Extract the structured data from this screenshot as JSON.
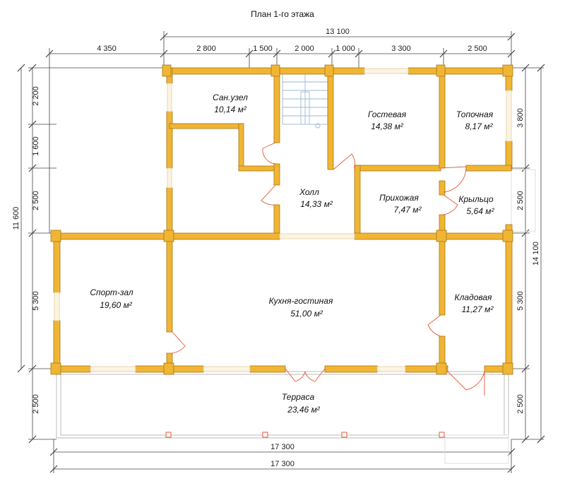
{
  "title": "План 1-го этажа",
  "colors": {
    "wall": "#f0b533",
    "wall_stroke": "#a9761a",
    "dim_line": "#444444",
    "door": "#e05a3a",
    "window": "#f3e6c6"
  },
  "dimensions": {
    "top_total": "13 100",
    "top_segments": [
      "4 350",
      "2 800",
      "1 500",
      "2 000",
      "1 000",
      "3 300",
      "2 500"
    ],
    "left_segments": [
      "2 200",
      "1 600",
      "2 500",
      "5 300",
      "2 500"
    ],
    "left_total": "11 600",
    "right_segments": [
      "3 800",
      "2 500",
      "5 300",
      "2 500"
    ],
    "right_total": "14 100",
    "bottom_inner": "17 300",
    "bottom_outer": "17 300"
  },
  "rooms": [
    {
      "name": "Сан.узел",
      "area": "10,14 м²"
    },
    {
      "name": "Гостевая",
      "area": "14,38 м²"
    },
    {
      "name": "Топочная",
      "area": "8,17 м²"
    },
    {
      "name": "Холл",
      "area": "14,33 м²"
    },
    {
      "name": "Прихожая",
      "area": "7,47 м²"
    },
    {
      "name": "Крыльцо",
      "area": "5,64 м²"
    },
    {
      "name": "Спорт-зал",
      "area": "19,60 м²"
    },
    {
      "name": "Кухня-гостиная",
      "area": "51,00 м²"
    },
    {
      "name": "Кладовая",
      "area": "11,27 м²"
    },
    {
      "name": "Терраса",
      "area": "23,46 м²"
    }
  ]
}
